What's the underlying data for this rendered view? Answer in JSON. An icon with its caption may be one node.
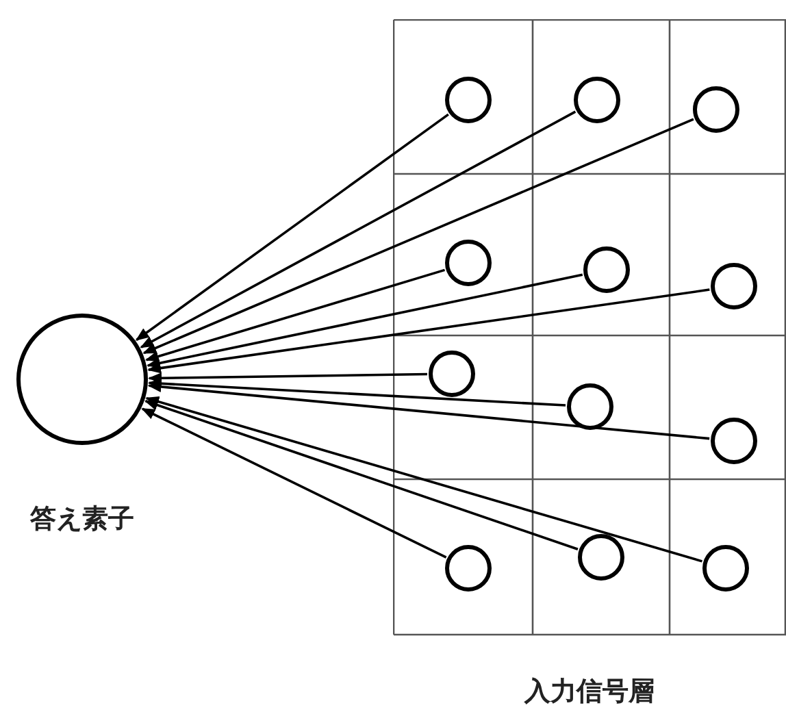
{
  "diagram": {
    "nodes": [
      {
        "text": [],
        "shape": "circle",
        "beside": [
          "答え素子"
        ]
      },
      {
        "text": [
          "入力信号層"
        ]
      },
      {
        "text": [],
        "shape": "circle",
        "in": 1
      },
      {
        "text": [],
        "shape": "circle",
        "in": 1
      },
      {
        "text": [],
        "shape": "circle",
        "in": 1
      },
      {
        "text": [],
        "shape": "circle",
        "in": 1
      },
      {
        "text": [],
        "shape": "circle",
        "in": 1
      },
      {
        "text": [],
        "shape": "circle",
        "in": 1
      },
      {
        "text": [],
        "shape": "circle",
        "in": 1
      },
      {
        "text": [],
        "shape": "circle",
        "in": 1
      },
      {
        "text": [],
        "shape": "circle",
        "in": 1
      },
      {
        "text": [],
        "shape": "circle",
        "in": 1
      },
      {
        "text": [],
        "shape": "circle",
        "in": 1
      },
      {
        "text": [],
        "shape": "circle",
        "in": 1
      }
    ],
    "edges": [
      {
        "from": 2,
        "to": 0,
        "arrow": "to"
      },
      {
        "from": 3,
        "to": 0,
        "arrow": "to"
      },
      {
        "from": 4,
        "to": 0,
        "arrow": "to"
      },
      {
        "from": 5,
        "to": 0,
        "arrow": "to"
      },
      {
        "from": 6,
        "to": 0,
        "arrow": "to"
      },
      {
        "from": 7,
        "to": 0,
        "arrow": "to"
      },
      {
        "from": 8,
        "to": 0,
        "arrow": "to"
      },
      {
        "from": 9,
        "to": 0,
        "arrow": "to"
      },
      {
        "from": 10,
        "to": 0,
        "arrow": "to"
      },
      {
        "from": 11,
        "to": 0,
        "arrow": "to"
      },
      {
        "from": 12,
        "to": 0,
        "arrow": "to"
      },
      {
        "from": 13,
        "to": 0,
        "arrow": "to"
      }
    ]
  }
}
